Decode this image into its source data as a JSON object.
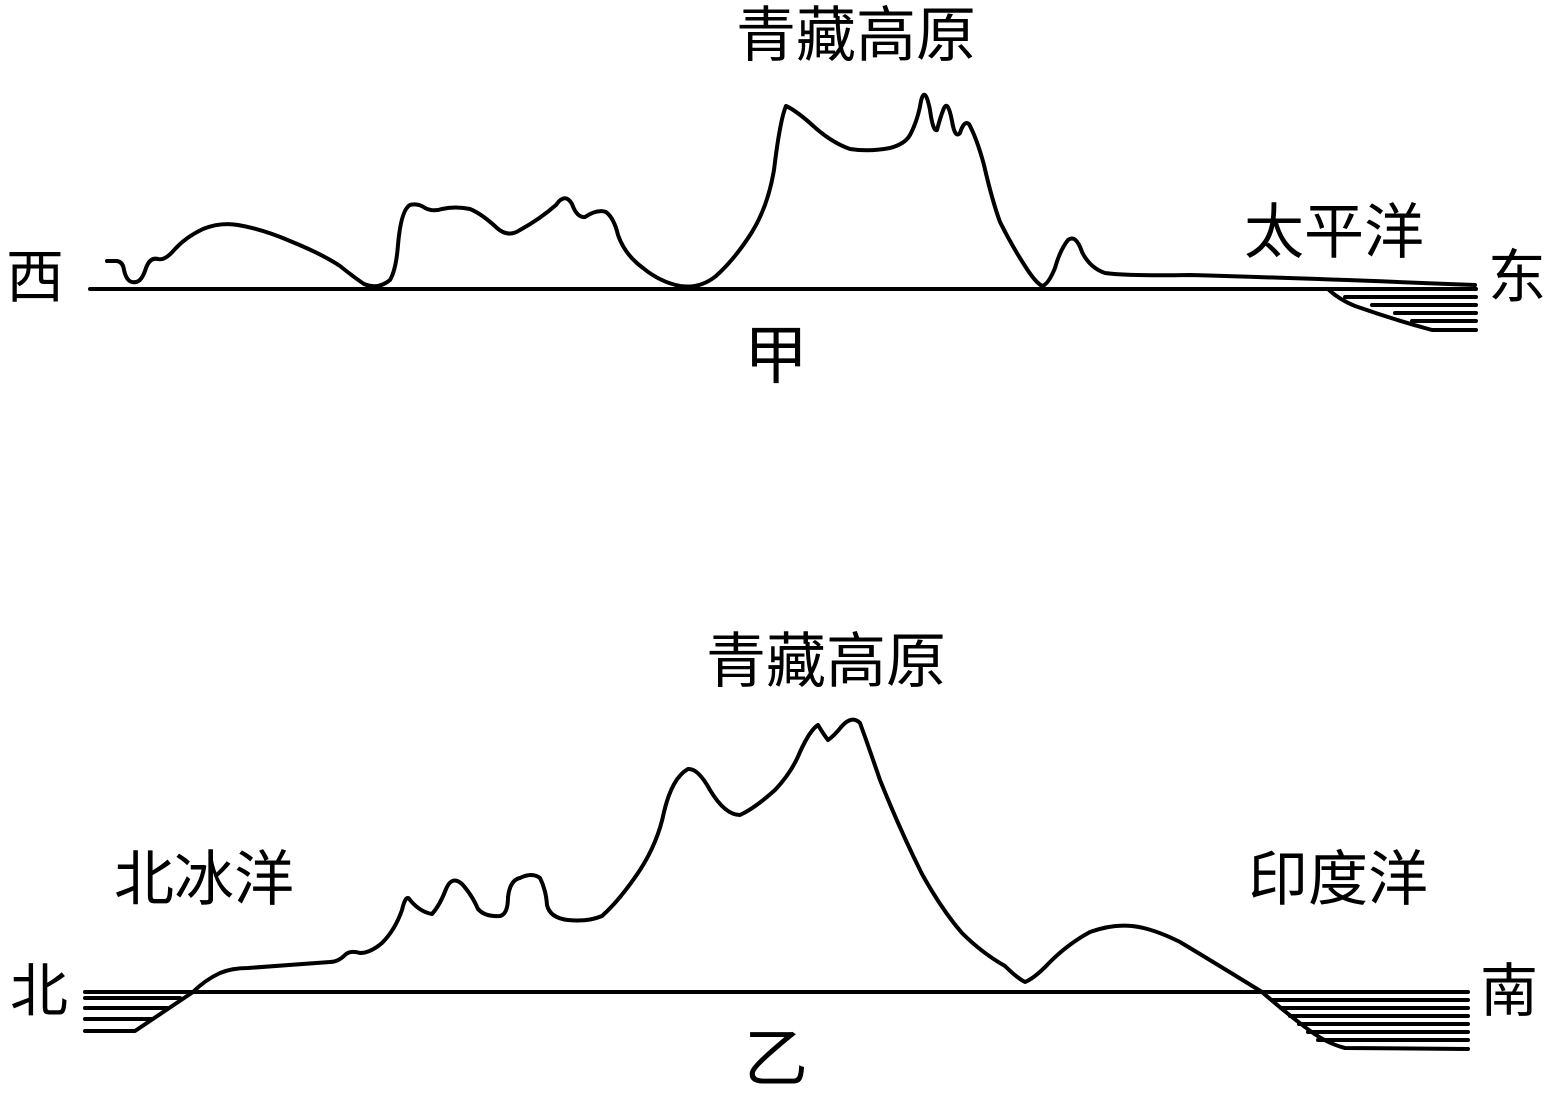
{
  "profile_a": {
    "title": "青藏高原",
    "west": "西",
    "east": "东",
    "ocean": "太平洋",
    "caption": "甲"
  },
  "profile_b": {
    "title": "青藏高原",
    "north": "北",
    "south": "南",
    "ocean_north": "北冰洋",
    "ocean_south": "印度洋",
    "caption": "乙"
  }
}
